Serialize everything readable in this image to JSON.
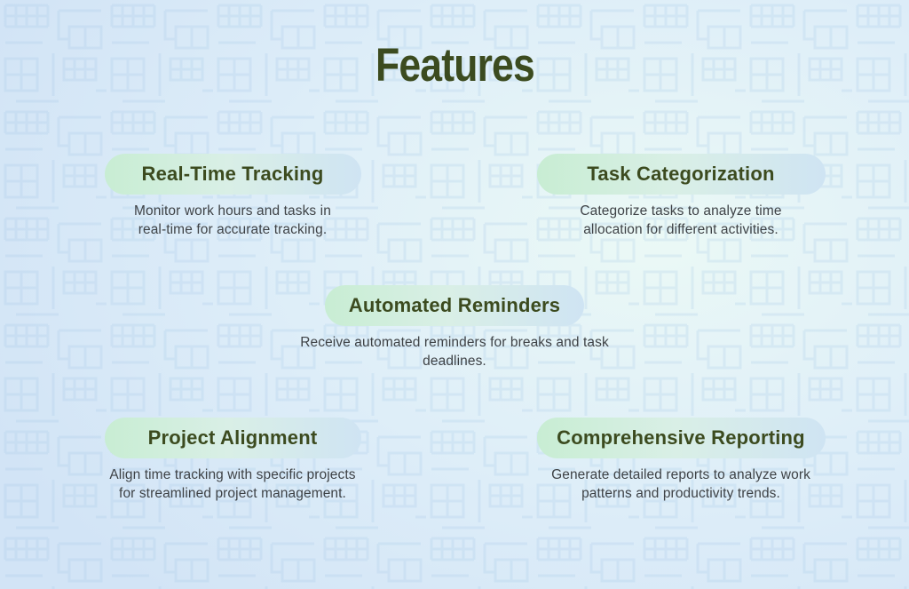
{
  "page": {
    "title": "Features"
  },
  "colors": {
    "title_text": "#3c4b1f",
    "heading_text": "#3c4b1f",
    "description_text": "#3e4246",
    "pill_gradient_start": "#c8edd3",
    "pill_gradient_end": "#cfe4f3",
    "background_edge": "#d2e4f6",
    "background_center": "#ebf9f6",
    "pattern_line": "#9dc2e2"
  },
  "features": [
    {
      "title": "Real-Time Tracking",
      "description": "Monitor work hours and tasks in real-time for accurate tracking.",
      "lines": [
        "Monitor work hours and tasks in",
        "real-time for accurate tracking."
      ]
    },
    {
      "title": "Task Categorization",
      "description": "Categorize tasks to analyze time allocation for different activities.",
      "lines": [
        "Categorize tasks to analyze time",
        "allocation for different activities."
      ]
    },
    {
      "title": "Automated Reminders",
      "description": "Receive automated reminders for breaks and task deadlines.",
      "lines": [
        "Receive automated reminders for breaks and task",
        "deadlines."
      ]
    },
    {
      "title": "Project Alignment",
      "description": "Align time tracking with specific projects for streamlined project management.",
      "lines": [
        "Align time tracking with specific projects",
        "for streamlined project management."
      ]
    },
    {
      "title": "Comprehensive Reporting",
      "description": "Generate detailed reports to analyze work patterns and productivity trends.",
      "lines": [
        "Generate detailed reports to analyze work",
        "patterns and productivity trends."
      ]
    }
  ]
}
